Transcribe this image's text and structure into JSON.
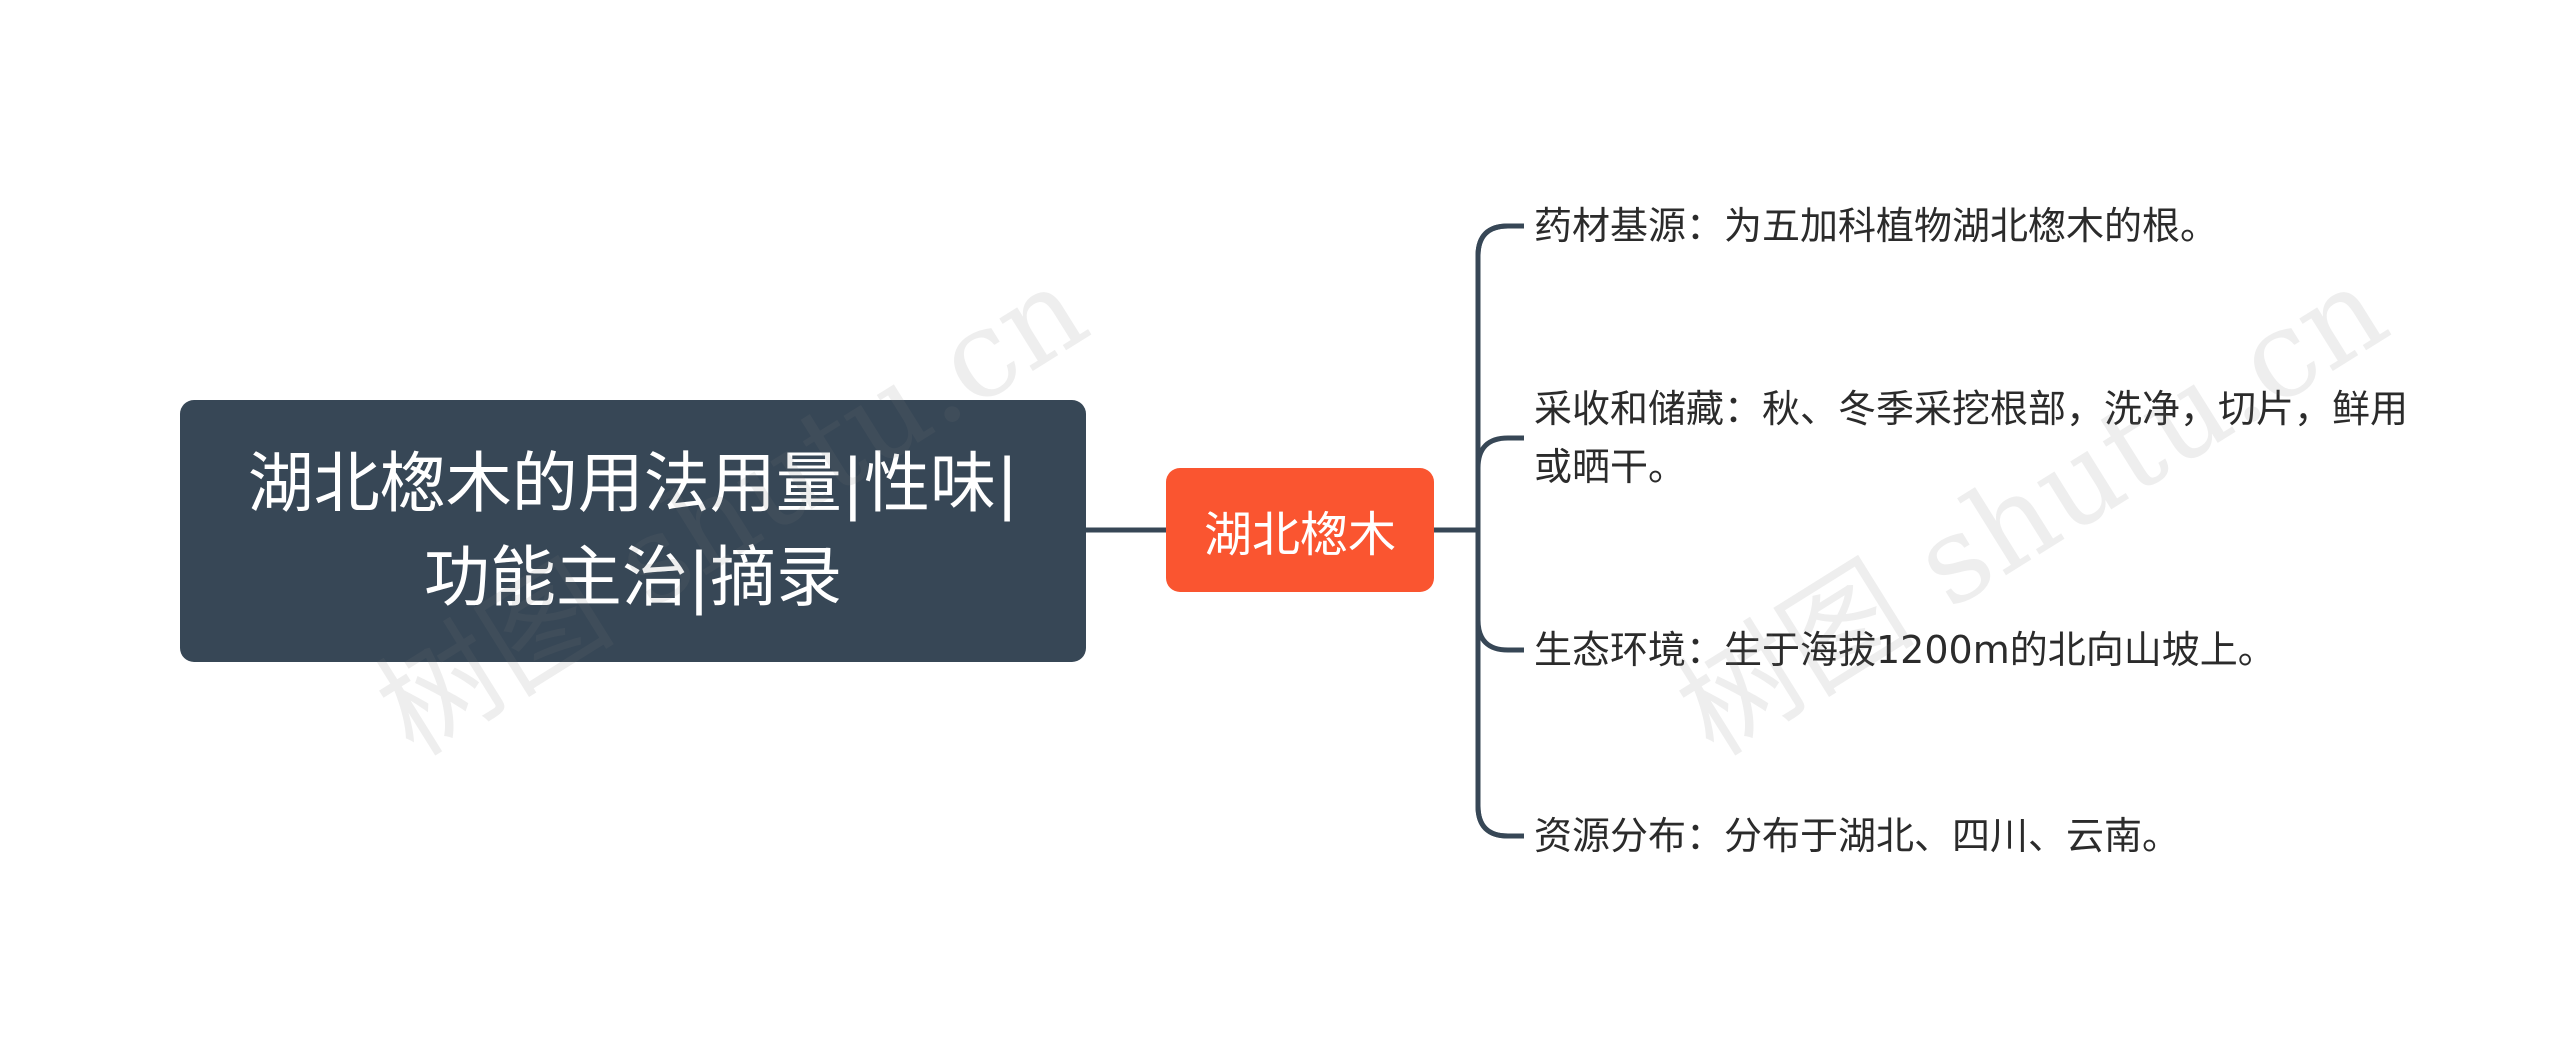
{
  "mindmap": {
    "root": {
      "label": "湖北楤木的用法用量|性味|功能主治|摘录"
    },
    "hub": {
      "label": "湖北楤木"
    },
    "leaves": [
      {
        "label": "药材基源：为五加科植物湖北楤木的根。"
      },
      {
        "label": "采收和储藏：秋、冬季采挖根部，洗净，切片，鲜用或晒干。"
      },
      {
        "label": "生态环境：生于海拔1200m的北向山坡上。"
      },
      {
        "label": "资源分布：分布于湖北、四川、云南。"
      }
    ]
  },
  "watermarks": [
    "树图 shutu.cn",
    "树图 shutu.cn"
  ],
  "colors": {
    "root_bg": "#374756",
    "hub_bg": "#fa5530",
    "connector": "#374756",
    "leaf_text": "#2b2b2b"
  }
}
